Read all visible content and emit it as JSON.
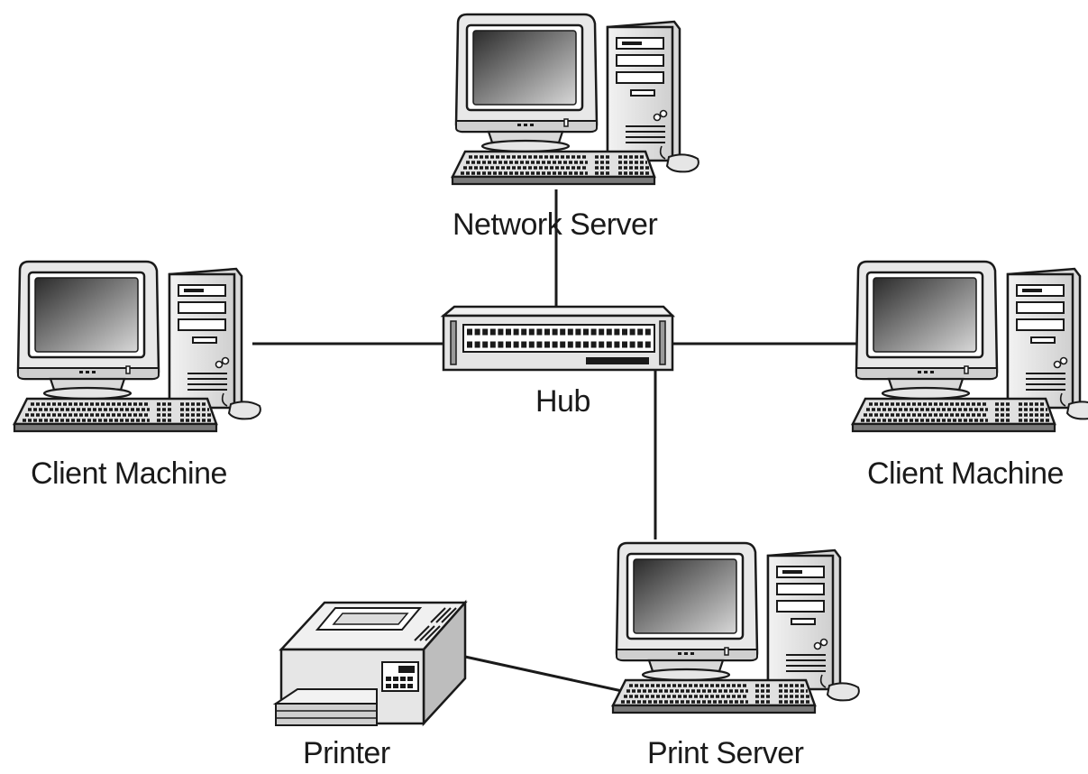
{
  "diagram": {
    "nodes": {
      "network_server": {
        "label": "Network Server",
        "icon": "desktop-computer-icon"
      },
      "client_left": {
        "label": "Client Machine",
        "icon": "desktop-computer-icon"
      },
      "client_right": {
        "label": "Client Machine",
        "icon": "desktop-computer-icon"
      },
      "hub": {
        "label": "Hub",
        "icon": "network-hub-icon"
      },
      "print_server": {
        "label": "Print Server",
        "icon": "desktop-computer-icon"
      },
      "printer": {
        "label": "Printer",
        "icon": "laser-printer-icon"
      }
    },
    "connections": [
      {
        "from": "Hub",
        "to": "Network Server"
      },
      {
        "from": "Hub",
        "to": "Client Machine"
      },
      {
        "from": "Hub",
        "to": "Client Machine"
      },
      {
        "from": "Hub",
        "to": "Print Server"
      },
      {
        "from": "Print Server",
        "to": "Printer"
      }
    ],
    "colors": {
      "line": "#1a1a1a",
      "screen_dark": "#3a3a3a",
      "case": "#e6e6e6"
    }
  }
}
